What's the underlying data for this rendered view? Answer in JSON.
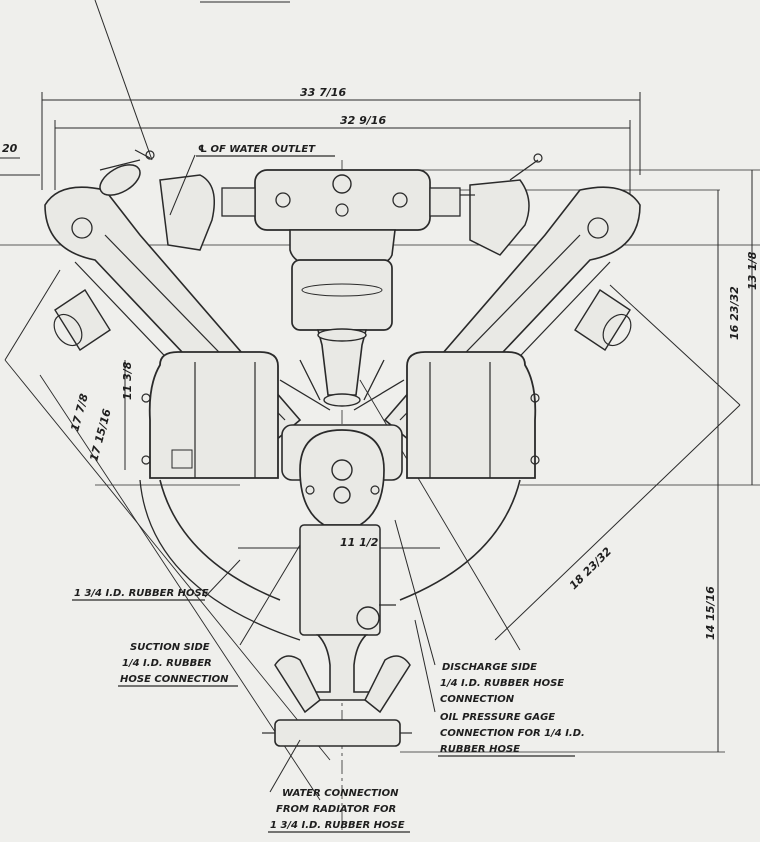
{
  "dimensions": {
    "overall_width_outer": "33 7/16",
    "overall_width_inner": "32 9/16",
    "height_right_upper": "16 23/32",
    "height_right_total": "13 1/8",
    "diag_left_1": "17 7/8",
    "diag_left_2": "17 15/16",
    "cyl_height": "11 3/8",
    "center_offset": "11 1/2",
    "diag_right": "18 23/32",
    "lower_height": "14 15/16",
    "left_edge_fragment": "20"
  },
  "labels": {
    "water_outlet": "℄ OF WATER OUTLET",
    "rubber_hose": "1 3/4 I.D. RUBBER HOSE",
    "suction_side": [
      "SUCTION SIDE",
      "1/4 I.D. RUBBER",
      "HOSE CONNECTION"
    ],
    "discharge_side": [
      "DISCHARGE SIDE",
      "1/4 I.D. RUBBER HOSE",
      "CONNECTION"
    ],
    "oil_pressure": [
      "OIL PRESSURE GAGE",
      "CONNECTION FOR 1/4 I.D.",
      "RUBBER HOSE"
    ],
    "water_connection": [
      "WATER CONNECTION",
      "FROM RADIATOR FOR",
      "1 3/4 I.D. RUBBER HOSE"
    ]
  },
  "icons": [
    "engine-front-view-drawing"
  ],
  "colors": {
    "paper": "#efefec",
    "ink": "#2a2a2a"
  }
}
